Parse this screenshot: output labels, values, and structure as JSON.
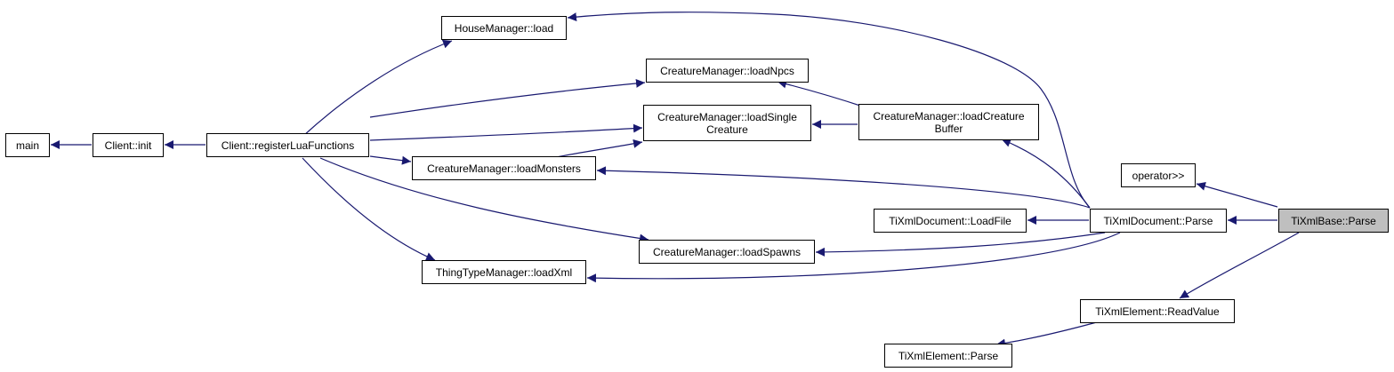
{
  "graph": {
    "colors": {
      "edge": "#191970",
      "node_border": "#000000",
      "node_fill": "#ffffff",
      "focus_fill": "#bfbfbf"
    },
    "nodes": {
      "main": "main",
      "client_init": "Client::init",
      "register_lua": "Client::registerLuaFunctions",
      "house_load": "HouseManager::load",
      "load_npcs": "CreatureManager::loadNpcs",
      "load_single": "CreatureManager::loadSingle\nCreature",
      "load_monsters": "CreatureManager::loadMonsters",
      "load_spawns": "CreatureManager::loadSpawns",
      "thing_load_xml": "ThingTypeManager::loadXml",
      "load_creature_buffer": "CreatureManager::loadCreature\nBuffer",
      "doc_load_file": "TiXmlDocument::LoadFile",
      "doc_parse": "TiXmlDocument::Parse",
      "operator": "operator>>",
      "elem_read_value": "TiXmlElement::ReadValue",
      "elem_parse": "TiXmlElement::Parse",
      "base_parse": "TiXmlBase::Parse"
    }
  }
}
